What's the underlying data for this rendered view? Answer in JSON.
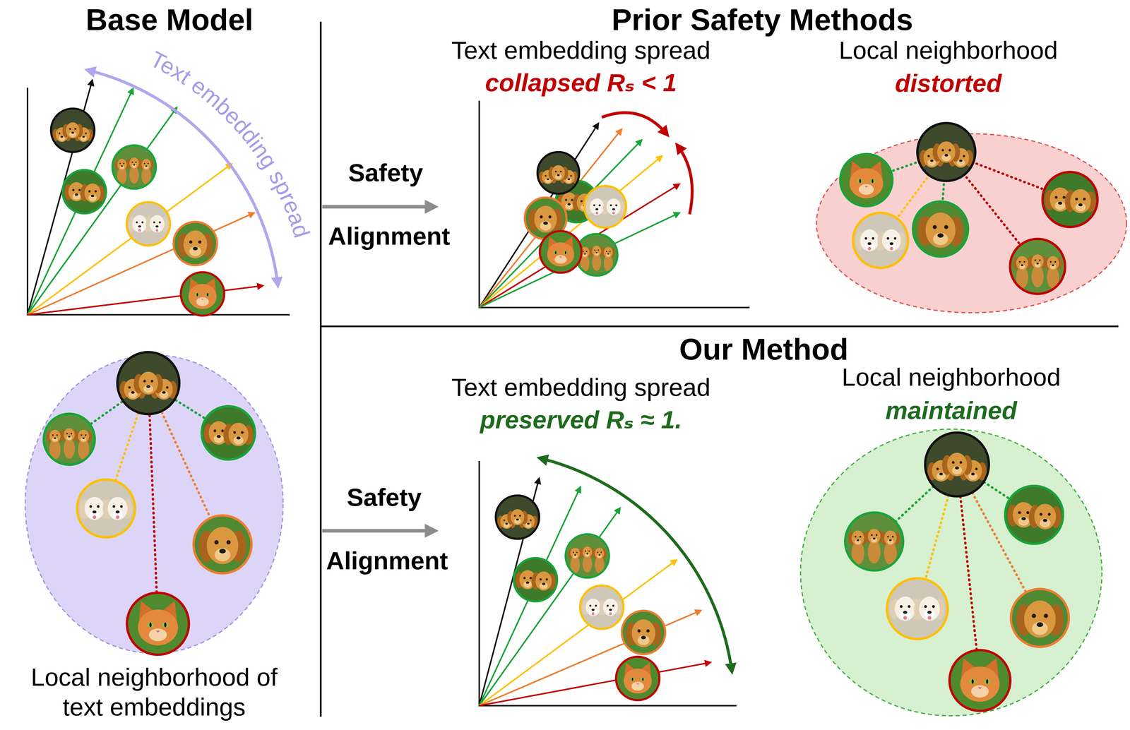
{
  "diagram": {
    "nodes": [
      {
        "text": [
          "Local neighborhood of text embeddings"
        ]
      },
      {
        "text": [
          "Local neighborhood",
          "distorted"
        ]
      },
      {
        "text": [
          "Local neighborhood",
          "maintained"
        ]
      }
    ],
    "labels": [
      "Base Model",
      "Text embedding spread",
      "Prior Safety Methods",
      "Text embedding spread",
      "collapsed Rₛ < 1",
      "Safety",
      "Alignment",
      "Our Method",
      "Text embedding spread",
      "preserved Rₛ ≈ 1.",
      "Safety",
      "Alignment"
    ]
  }
}
